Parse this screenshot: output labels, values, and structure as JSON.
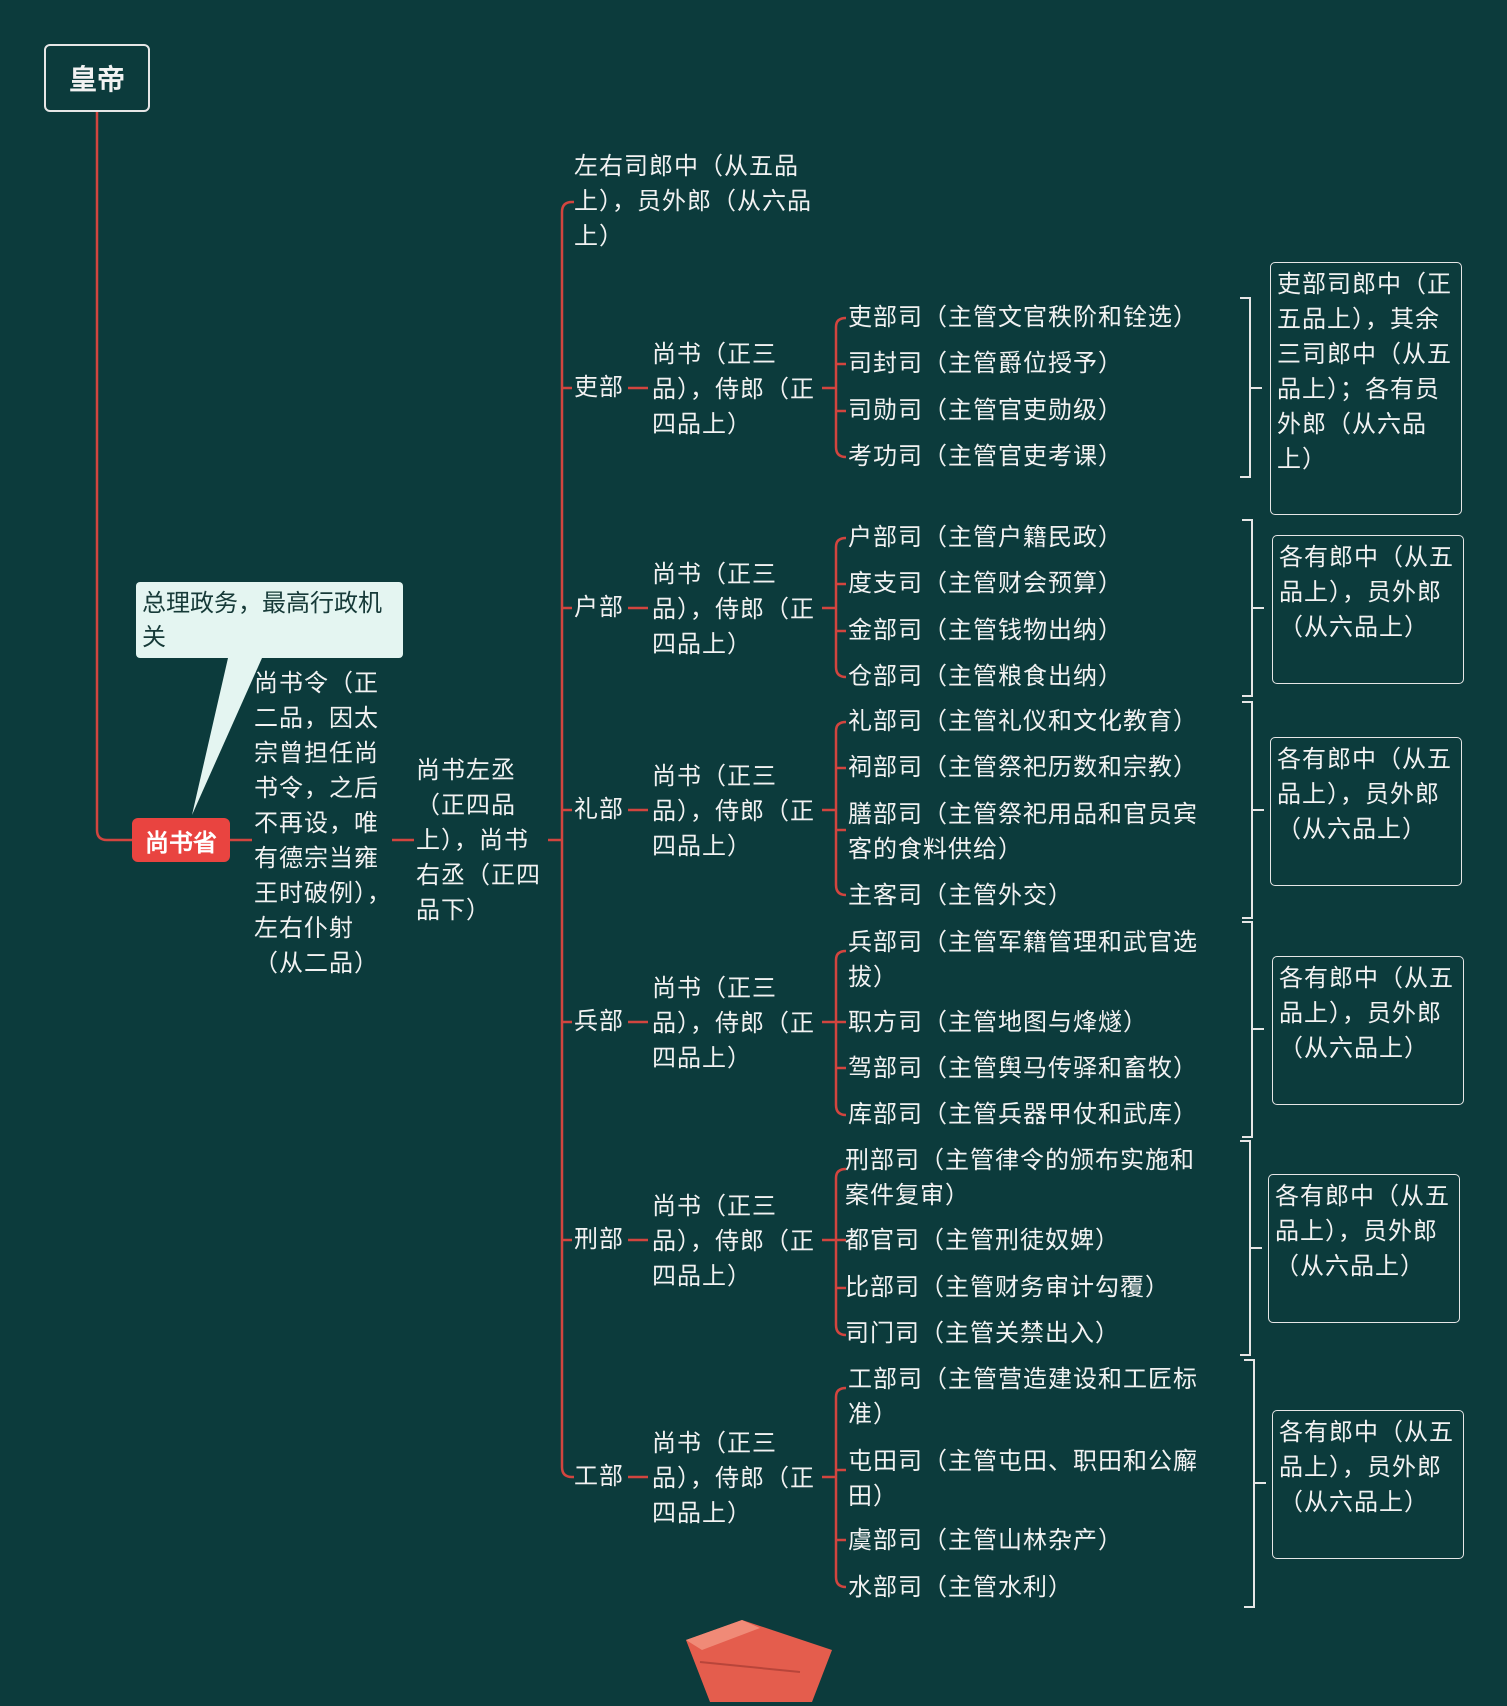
{
  "root": {
    "label": "皇帝"
  },
  "center": {
    "label": "尚书省",
    "note": "总理政务，最高行政机关"
  },
  "officials": {
    "shangshuling": "尚书令（正二品，因太宗曾担任尚书令，之后不再设，唯有德宗当雍王时破例），左右仆射（从二品）",
    "zuoyoucheng": "尚书左丞（正四品上），尚书右丞（正四品下）"
  },
  "top_note": "左右司郎中（从五品上），员外郎（从六品上）",
  "ministries": [
    {
      "name": "吏部",
      "head": "尚书（正三品），侍郎（正四品上）",
      "bureaus": [
        "吏部司（主管文官秩阶和铨选）",
        "司封司（主管爵位授予）",
        "司勋司（主管官吏勋级）",
        "考功司（主管官吏考课）"
      ],
      "note": "吏部司郎中（正五品上），其余三司郎中（从五品上）；各有员外郎（从六品上）"
    },
    {
      "name": "户部",
      "head": "尚书（正三品），侍郎（正四品上）",
      "bureaus": [
        "户部司（主管户籍民政）",
        "度支司（主管财会预算）",
        "金部司（主管钱物出纳）",
        "仓部司（主管粮食出纳）"
      ],
      "note": "各有郎中（从五品上），员外郎（从六品上）"
    },
    {
      "name": "礼部",
      "head": "尚书（正三品），侍郎（正四品上）",
      "bureaus": [
        "礼部司（主管礼仪和文化教育）",
        "祠部司（主管祭祀历数和宗教）",
        "膳部司（主管祭祀用品和官员宾客的食料供给）",
        "主客司（主管外交）"
      ],
      "note": "各有郎中（从五品上），员外郎（从六品上）"
    },
    {
      "name": "兵部",
      "head": "尚书（正三品），侍郎（正四品上）",
      "bureaus": [
        "兵部司（主管军籍管理和武官选拔）",
        "职方司（主管地图与烽燧）",
        "驾部司（主管舆马传驿和畜牧）",
        "库部司（主管兵器甲仗和武库）"
      ],
      "note": "各有郎中（从五品上），员外郎（从六品上）"
    },
    {
      "name": "刑部",
      "head": "尚书（正三品），侍郎（正四品上）",
      "bureaus": [
        "刑部司（主管律令的颁布实施和案件复审）",
        "都官司（主管刑徒奴婢）",
        "比部司（主管财务审计勾覆）",
        "司门司（主管关禁出入）"
      ],
      "note": "各有郎中（从五品上），员外郎（从六品上）"
    },
    {
      "name": "工部",
      "head": "尚书（正三品），侍郎（正四品上）",
      "bureaus": [
        "工部司（主管营造建设和工匠标准）",
        "屯田司（主管屯田、职田和公廨田）",
        "虞部司（主管山林杂产）",
        "水部司（主管水利）"
      ],
      "note": "各有郎中（从五品上），员外郎（从六品上）"
    }
  ],
  "colors": {
    "background": "#0c3b3c",
    "line": "#d2453f",
    "node_red": "#e94440",
    "callout": "#e4f5f1",
    "text": "#f2f2f2"
  },
  "icons": [
    "folded-cloth-icon"
  ]
}
